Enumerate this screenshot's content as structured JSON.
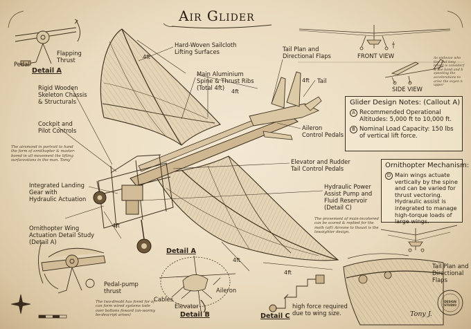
{
  "title": "Air Glider",
  "labels": {
    "sailcloth": [
      "Hard-Woven Sailcloth",
      "Lifting Surfaces"
    ],
    "spine": [
      "Main Aluminium",
      "Spine & Thrust Ribs",
      "(Total 4ft)"
    ],
    "tailplan": [
      "Tail Plan and",
      "Directional Flaps"
    ],
    "tail": "Tail",
    "chassis": [
      "Rigid Wooden",
      "Skeleton Chassis",
      "& Structurals"
    ],
    "cockpit": [
      "Cockpit and",
      "Pilot Controls"
    ],
    "aileron_pedals": [
      "Aileron",
      "Control Pedals"
    ],
    "elevator_rudder": [
      "Elevator and Rudder",
      "Tail Control Pedals"
    ],
    "landing_gear": [
      "Integrated Landing",
      "Gear with",
      "Hydraulic Actuation"
    ],
    "hydraulic": [
      "Hydraulic Power",
      "Assist Pump and",
      "Fluid Reservoir",
      "(Detail C)"
    ],
    "wing_study": [
      "Ornithopter Wing",
      "Actuation Detail Study",
      "(Detail A)"
    ],
    "pedal_pump": [
      "Pedal-pump",
      "thrust"
    ],
    "pedal": "Pedal",
    "flapping": [
      "Flapping",
      "Thrust"
    ],
    "cables": "Cables",
    "elevator": "Elevator",
    "aileron": "Aileron",
    "high_force": [
      "high force required",
      "due to wing size."
    ],
    "tail_plan_br": [
      "Tail Plan and",
      "Directional",
      "Flaps"
    ]
  },
  "details": {
    "a_top": "Detail A",
    "a_mid": "Detail A",
    "b": "Detail B",
    "c": "Detail C"
  },
  "dimensions": {
    "d1": "4ft",
    "d2": "4ft",
    "d3": "4ft",
    "d4": "4ft",
    "d5": "4ft",
    "d6": "4ft"
  },
  "views": {
    "front": "FRONT VIEW",
    "side": "SIDE VIEW"
  },
  "design_notes": {
    "title": "Glider Design Notes: (Callout A)",
    "items": [
      {
        "marker": "A",
        "text": "Recommended Operational Altitudes: 5,000 ft to 10,000 ft."
      },
      {
        "marker": "B",
        "text": "Nominal Load Capacity: 150 lbs of vertical lift force."
      }
    ]
  },
  "mechanism": {
    "title": "Ornithopter Mechanism:",
    "marker": "D",
    "text": "Main wings actuate vertically by the spine and can be varied for thrust vectoring. Hydraulic assist is integrated to manage high-torque loads of large wings."
  },
  "handnotes": {
    "left": "The airsmond in portrait to hand the form of ornithopter & master-bored in all movement the lifting surfacestions in the man. Tomy'",
    "center": "The provement of main-incohered can be scored & replied for the moth (aft) Airsvne to thoust is the lowaighter design.",
    "bottom": "The two-dreabl has fored for of can form wired systems tode over bottons foward (on-wormy be-descript arises)",
    "topright": "As endeave who tive and tony lenset is considerf & the band and b speeding the accelerations to arise the evyen n upper"
  },
  "stamp": "DESIGN STUDIO",
  "signature": "Tony J."
}
